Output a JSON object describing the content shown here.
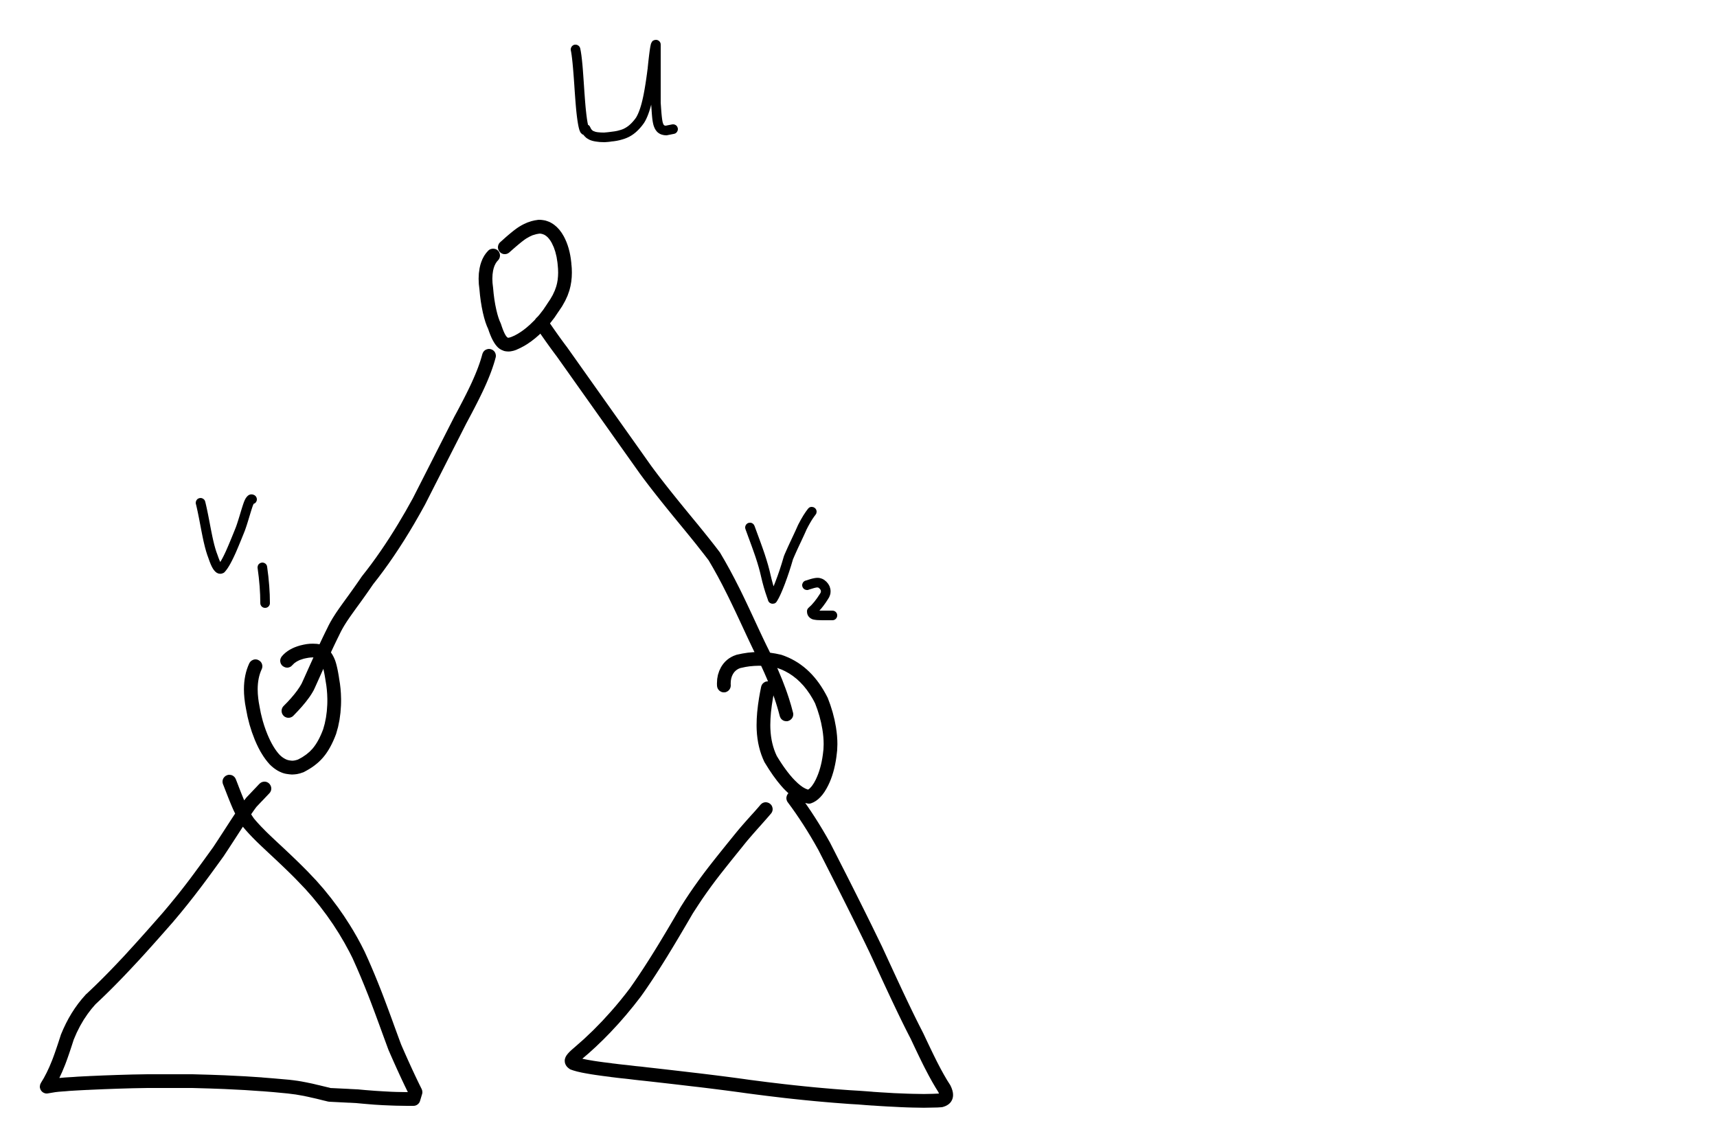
{
  "diagram": {
    "type": "tree",
    "ink_color": "#000000",
    "background": "#ffffff",
    "nodes": [
      {
        "id": "u",
        "label": "u"
      },
      {
        "id": "v1",
        "label": "v1"
      },
      {
        "id": "v2",
        "label": "v2"
      }
    ],
    "edges": [
      {
        "from": "u",
        "to": "v1"
      },
      {
        "from": "u",
        "to": "v2"
      }
    ],
    "subtrees": [
      {
        "root": "v1",
        "shape": "triangle"
      },
      {
        "root": "v2",
        "shape": "triangle"
      }
    ]
  }
}
